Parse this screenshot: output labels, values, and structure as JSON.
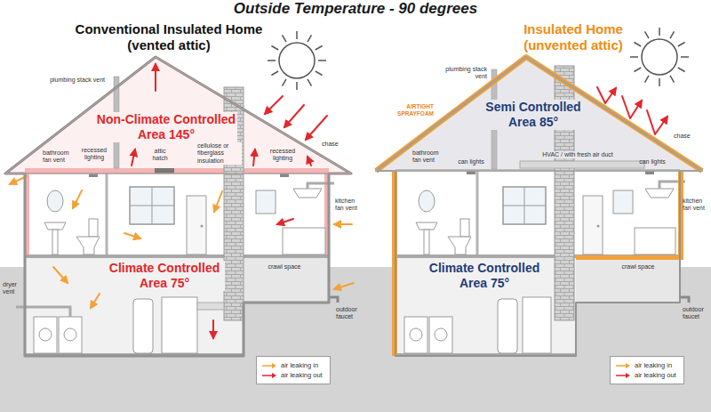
{
  "diagram": {
    "title": "Outside Temperature - 90 degrees",
    "nodes": [
      {
        "text": [
          "Conventional Insulated Home (vented attic)"
        ]
      },
      {
        "text": [
          "Non-Climate Controlled Area 145°"
        ],
        "in": 0
      },
      {
        "text": [
          "Climate Controlled Area 75°"
        ],
        "in": 0
      },
      {
        "text": [
          "Insulated Home (unvented attic)"
        ]
      },
      {
        "text": [
          "Semi Controlled Area 85°"
        ],
        "in": 3
      },
      {
        "text": [
          "Climate Controlled Area 75°"
        ],
        "in": 3
      }
    ],
    "labels": [
      "plumbing stack vent",
      "bathroom fan vent",
      "recessed lighting",
      "attic hatch",
      "cellulose or fiberglass insulation",
      "recessed lighting",
      "chase",
      "kitchen fan vent",
      "dryer vent",
      "crawl space",
      "outdoor faucet",
      "plumbing stack vent",
      "AIRTIGHT SPRAYFOAM",
      "bathroom fan vent",
      "HVAC / with fresh air duct",
      "can lights",
      "can lights",
      "chase",
      "kitchen fan vent",
      "crawl space",
      "outdoor faucet"
    ],
    "legend": [
      {
        "text": "air leaking in"
      },
      {
        "text": "air leaking out"
      },
      {
        "text": "air leaking in"
      },
      {
        "text": "air leaking out"
      }
    ]
  }
}
